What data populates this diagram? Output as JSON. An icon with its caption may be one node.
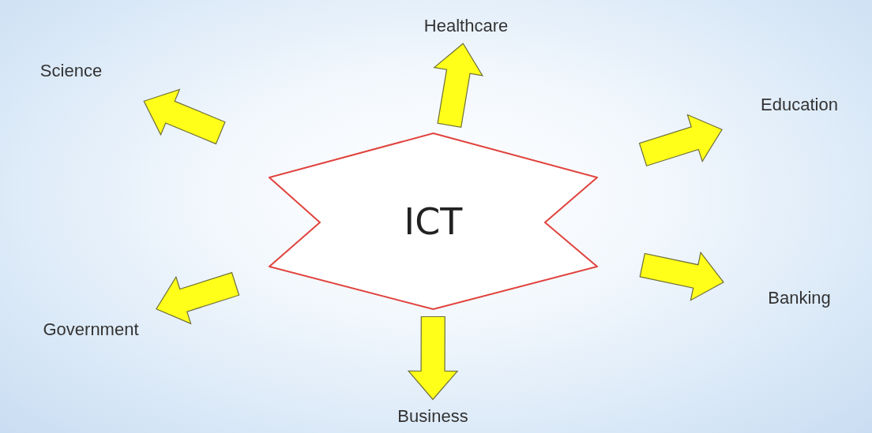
{
  "diagram": {
    "nodes": [
      {
        "text": [
          "ICT"
        ]
      },
      {
        "text": [
          "Healthcare"
        ]
      },
      {
        "text": [
          "Education"
        ]
      },
      {
        "text": [
          "Banking"
        ]
      },
      {
        "text": [
          "Business"
        ]
      },
      {
        "text": [
          "Government"
        ]
      },
      {
        "text": [
          "Science"
        ]
      }
    ],
    "edges": [
      {
        "from": 0,
        "to": 1,
        "arrow": "to"
      },
      {
        "from": 0,
        "to": 2,
        "arrow": "to"
      },
      {
        "from": 0,
        "to": 3,
        "arrow": "to"
      },
      {
        "from": 0,
        "to": 4,
        "arrow": "to"
      },
      {
        "from": 0,
        "to": 5,
        "arrow": "to"
      },
      {
        "from": 0,
        "to": 6,
        "arrow": "to"
      }
    ]
  }
}
